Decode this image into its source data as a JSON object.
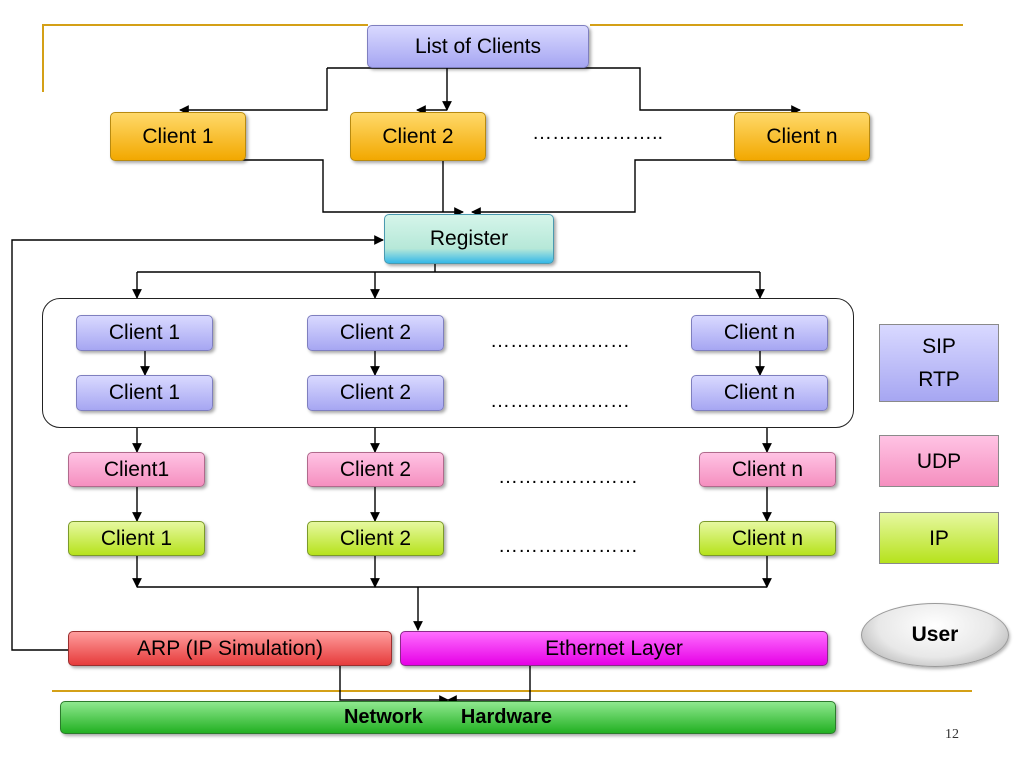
{
  "top": {
    "list_of_clients": "List of Clients"
  },
  "clients_row1": {
    "c1": "Client 1",
    "c2": "Client 2",
    "dots": "………………..",
    "cn": "Client n"
  },
  "register": "Register",
  "sip_rtp": {
    "row1": {
      "c1": "Client 1",
      "c2": "Client 2",
      "dots": "…………………",
      "cn": "Client n"
    },
    "row2": {
      "c1": "Client 1",
      "c2": "Client 2",
      "dots": "…………………",
      "cn": "Client n"
    }
  },
  "udp_row": {
    "c1": "Client1",
    "c2": "Client 2",
    "dots": "…………………",
    "cn": "Client n"
  },
  "ip_row": {
    "c1": "Client 1",
    "c2": "Client 2",
    "dots": "…………………",
    "cn": "Client n"
  },
  "bottom": {
    "arp": "ARP (IP Simulation)",
    "ethernet": "Ethernet Layer",
    "network": "Network",
    "hardware": "Hardware"
  },
  "legend": {
    "sip": "SIP",
    "rtp": "RTP",
    "udp": "UDP",
    "ip": "IP",
    "user": "User"
  },
  "page_number": "12",
  "colors": {
    "accent_gold": "#d4a017",
    "lavender": "#a6a6f2",
    "orange": "#f2a800",
    "pink": "#f58fbf",
    "lime": "#b6e21c",
    "red": "#e63b3b",
    "magenta": "#e600e6",
    "green": "#22b022"
  }
}
